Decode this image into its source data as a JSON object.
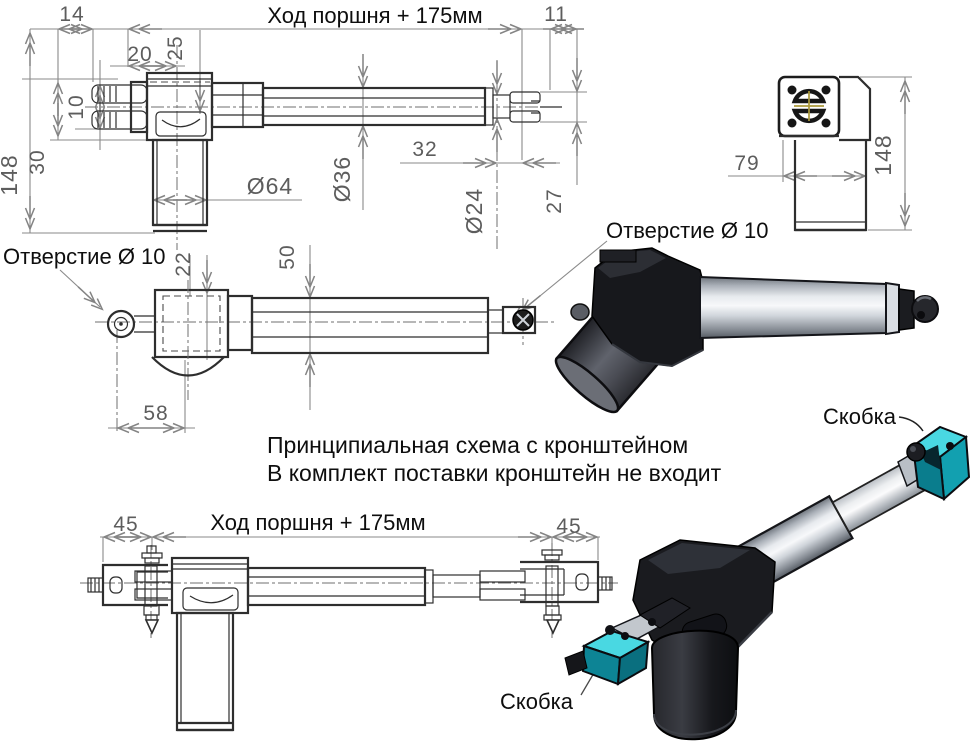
{
  "colors": {
    "line": "#2e2e2e",
    "dim_line": "#8a8a8a",
    "gold": "#ac9a3c",
    "cyan_bright": "#49d8e2",
    "cyan_mid": "#12a0b0",
    "cyan_dark": "#0a7d8d",
    "chrome_light": "#f7f8fa",
    "chrome_dark": "#565c64",
    "black_part": "#1a1b1f"
  },
  "top_side_view": {
    "stroke_label": "Ход поршня + 175мм",
    "dim_14": "14",
    "dim_11": "11",
    "dim_20": "20",
    "dim_25": "25",
    "dim_10": "10",
    "dim_30": "30",
    "dim_148": "148",
    "dim_32": "32",
    "dia_64": "Ø64",
    "dia_36": "Ø36",
    "dia_24": "Ø24",
    "dim_27": "27"
  },
  "rear_view": {
    "dim_79": "79",
    "dim_148": "148"
  },
  "plan_view": {
    "hole_label_left": "Отверстие Ø 10",
    "dim_22": "22",
    "dim_50": "50",
    "dim_58": "58"
  },
  "render_plain": {
    "hole_label": "Отверстие Ø 10"
  },
  "note": {
    "line1": "Принципиальная схема с кронштейном",
    "line2": "В комплект поставки кронштейн не входит"
  },
  "bracket_view": {
    "stroke_label": "Ход поршня + 175мм",
    "dim_45_left": "45",
    "dim_45_right": "45",
    "bracket_label": "Скобка"
  },
  "render_bracket": {
    "bracket_label_top": "Скобка"
  }
}
